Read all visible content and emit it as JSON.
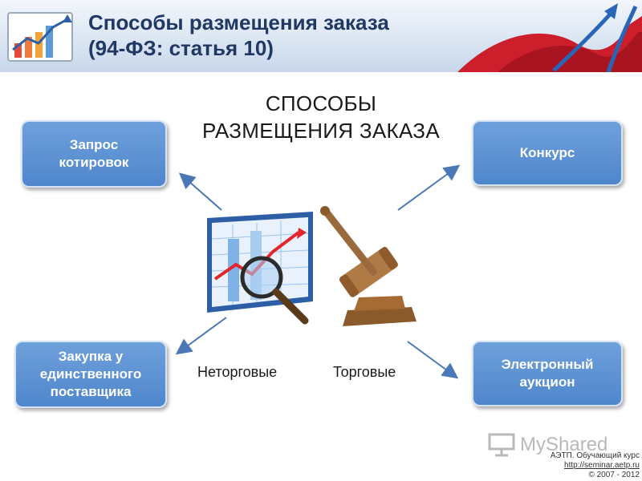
{
  "header": {
    "title_line1": "Способы размещения заказа",
    "title_line2": "(94-ФЗ: статья 10)",
    "accent_colors": {
      "title": "#1f3864",
      "swoosh_red": "#cc1e2b",
      "swoosh_blue": "#2a66b8"
    }
  },
  "main": {
    "title_line1": "СПОСОБЫ",
    "title_line2": "РАЗМЕЩЕНИЯ ЗАКАЗА",
    "methods": {
      "zapros_line1": "Запрос",
      "zapros_line2": "котировок",
      "konkurs": "Конкурс",
      "zakupka_line1": "Закупка у",
      "zakupka_line2": "единственного",
      "zakupka_line3": "поставщика",
      "auction_line1": "Электронный",
      "auction_line2": "аукцион"
    },
    "box_color": "#5b8fd3",
    "label_nontrading": "Неторговые",
    "label_trading": "Торговые"
  },
  "footer": {
    "watermark": "MyShared",
    "course": "АЭТП. Обучающий курс",
    "url": "http://seminar.aetp.ru",
    "copyright": "© 2007 - 2012"
  }
}
